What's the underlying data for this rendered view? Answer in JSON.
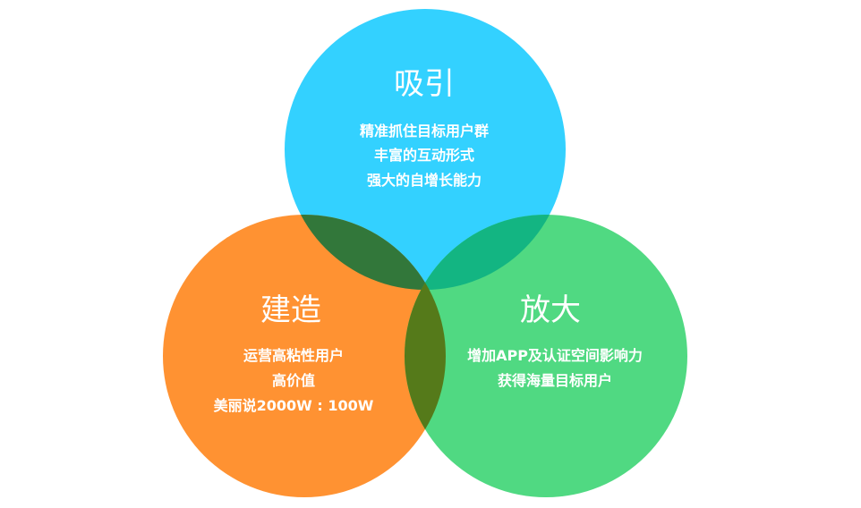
{
  "circles": [
    {
      "title": "吸引",
      "lines": [
        "精准抓住目标用户群",
        "丰富的互动形式",
        "强大的自增长能力"
      ],
      "color": "#33D1FF"
    },
    {
      "title": "建造",
      "lines": [
        "运营高粘性用户",
        "高价值",
        "美丽说2000W : 100W"
      ],
      "color": "#FF9232"
    },
    {
      "title": "放大",
      "lines": [
        "增加APP及认证空间影响力",
        "获得海量目标用户"
      ],
      "color": "#50D982"
    }
  ],
  "overlaps": {
    "attract_build": "#32773A",
    "attract_amplify": "#13B582",
    "build_amplify": "#557A1A"
  }
}
